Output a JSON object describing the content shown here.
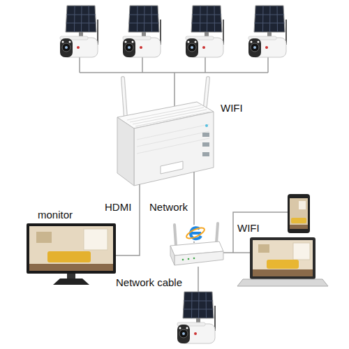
{
  "diagram": {
    "nodes": [
      {
        "text": [
          "monitor"
        ]
      }
    ],
    "labels": [
      "WIFI",
      "HDMI",
      "Network",
      "WIFI",
      "Network cable"
    ]
  }
}
